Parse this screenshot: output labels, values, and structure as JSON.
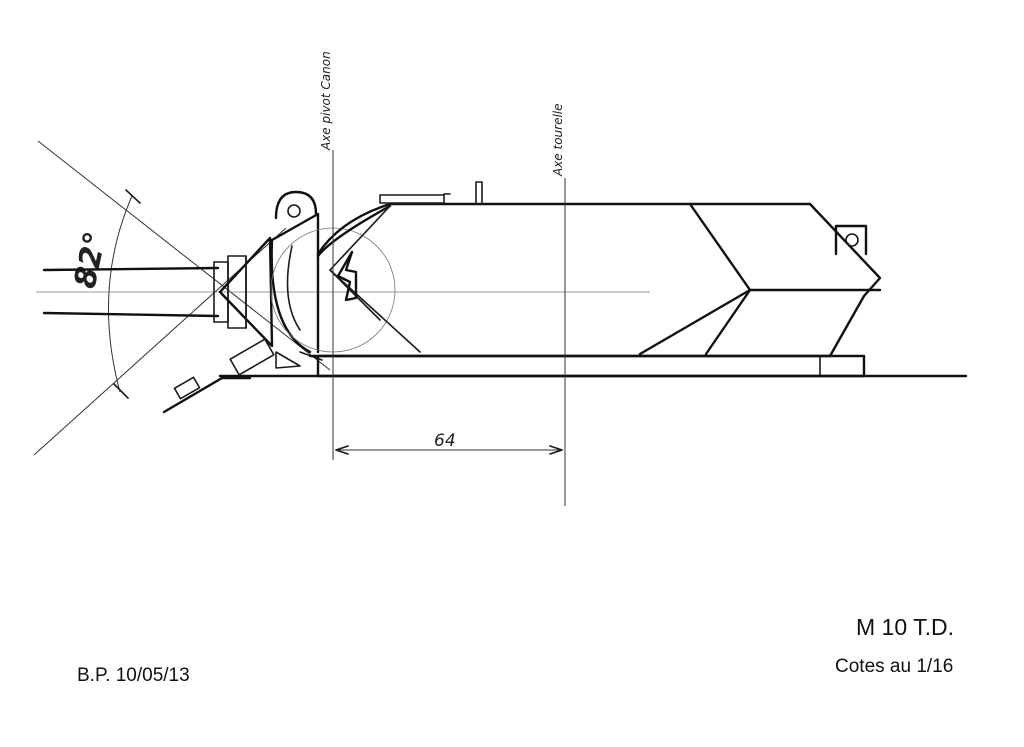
{
  "drawing": {
    "title": "M 10 T.D.",
    "scale_note": "Cotes au 1/16",
    "author_date": "B.P. 10/05/13",
    "axis_gun_pivot_label": "Axe pivot Canon",
    "axis_turret_label": "Axe tourelle",
    "dimension_value": "64",
    "angle_value": "82°"
  }
}
